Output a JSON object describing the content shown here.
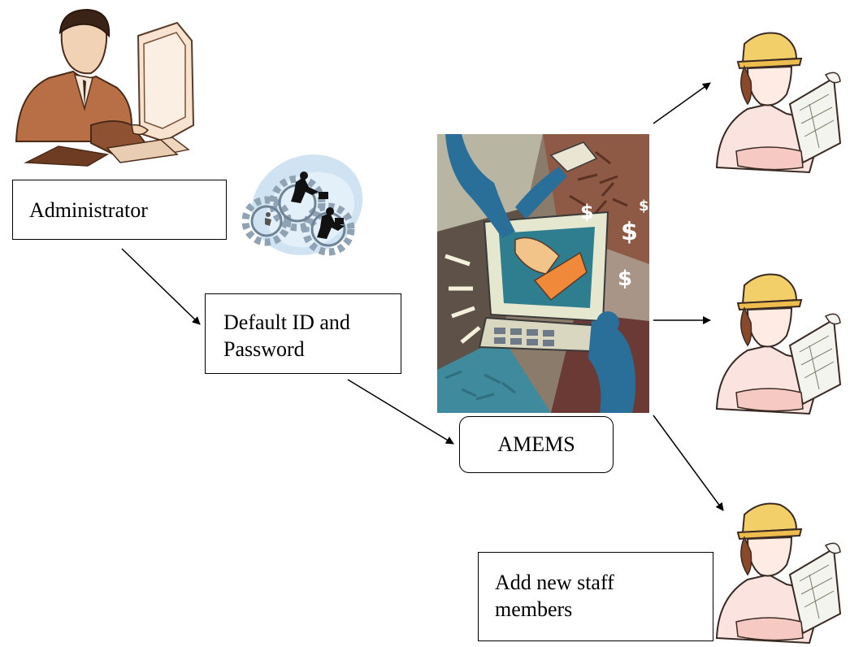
{
  "nodes": {
    "administrator": {
      "label": "Administrator"
    },
    "credentials": {
      "line1": "Default ID and",
      "line2": "Password"
    },
    "system": {
      "label": "AMEMS"
    },
    "staff": {
      "line1": "Add new staff",
      "line2": "members"
    }
  },
  "icons": [
    "administrator-at-computer-icon",
    "business-gears-icon",
    "computer-handshake-collage-icon",
    "staff-member-hardhat-icon"
  ]
}
